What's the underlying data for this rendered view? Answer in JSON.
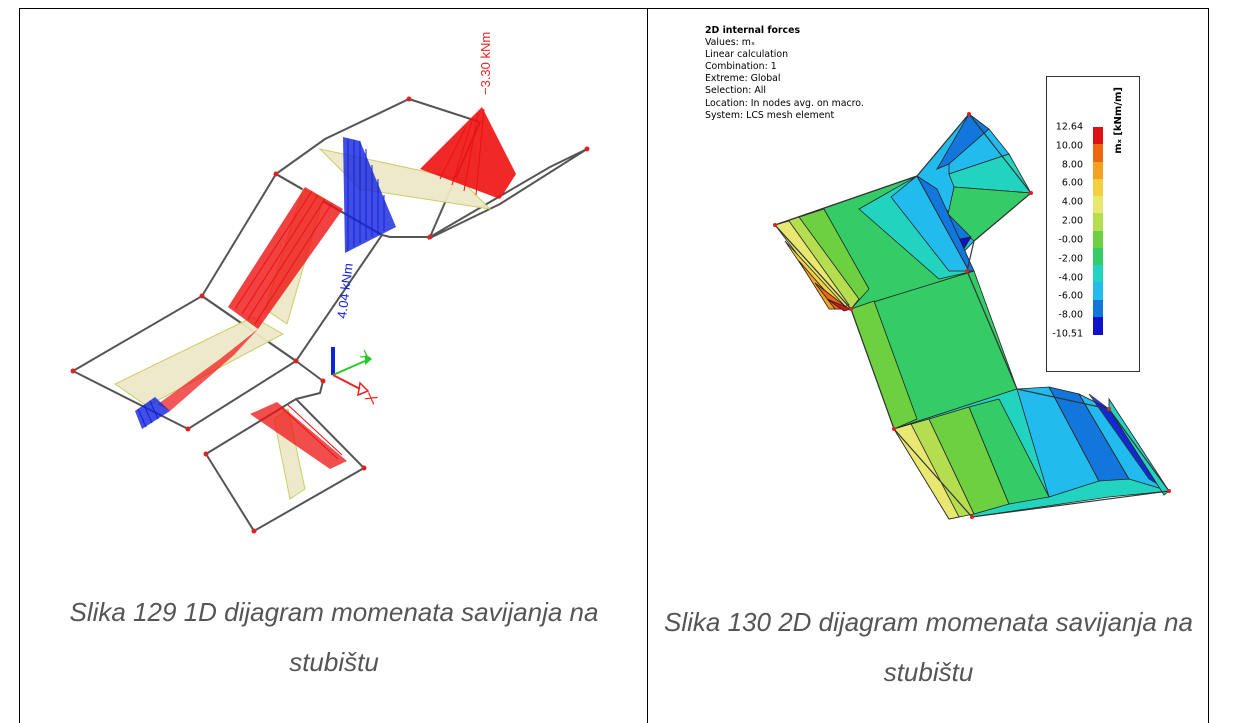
{
  "figure_left": {
    "caption": "Slika 129  1D dijagram momenata savijanja na stubištu",
    "label_negative": "−3.30 kNm",
    "label_positive": "4.04 kNm",
    "axis_x": "X",
    "axis_y": "Y",
    "colors": {
      "negative": "#ee1111",
      "positive": "#1122dd",
      "slab_outline": "#555555",
      "band": "#ede8c8"
    }
  },
  "figure_right": {
    "caption": "Slika 130 2D dijagram momenata savijanja na stubištu",
    "info": {
      "title": "2D internal forces",
      "values": "Values: mₓ",
      "calc": "Linear calculation",
      "combination": "Combination: 1",
      "extreme": "Extreme: Global",
      "selection": "Selection: All",
      "location": "Location: In nodes avg. on macro.",
      "system": "System: LCS mesh element"
    },
    "legend": {
      "unit": "mₓ [kNm/m]",
      "values": [
        "12.64",
        "10.00",
        "8.00",
        "6.00",
        "4.00",
        "2.00",
        "-0.00",
        "-2.00",
        "-4.00",
        "-6.00",
        "-8.00",
        "-10.51"
      ],
      "colors": [
        "#dd1111",
        "#ee6611",
        "#f4a020",
        "#f2d040",
        "#e8e870",
        "#b4dd50",
        "#6cd040",
        "#33cc66",
        "#22d4c0",
        "#22bbee",
        "#1177dd",
        "#1111cc"
      ]
    }
  }
}
